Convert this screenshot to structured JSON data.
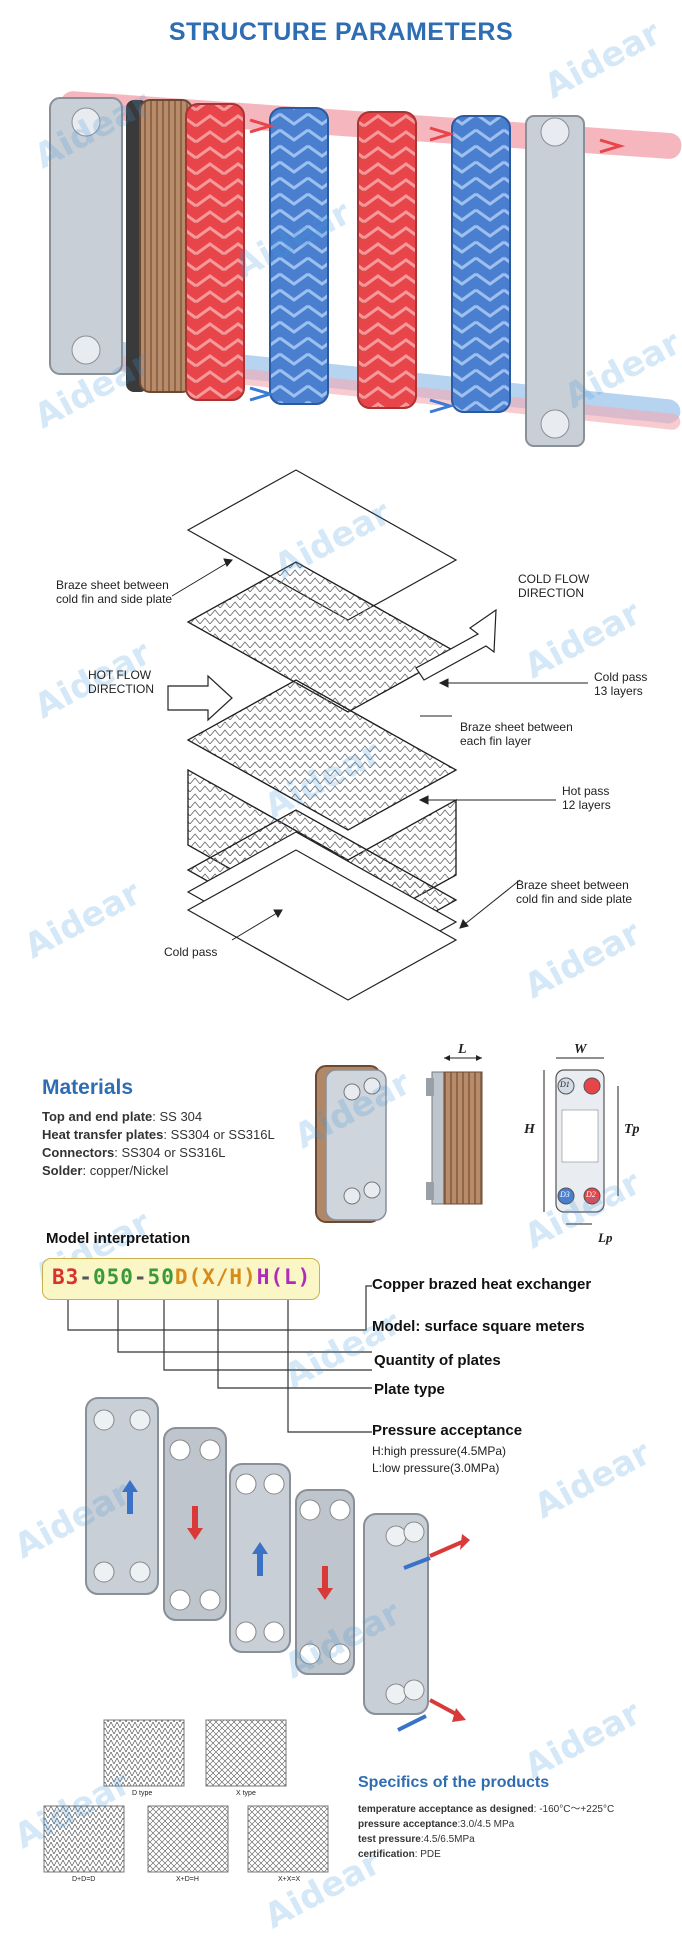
{
  "header": {
    "title": "STRUCTURE PARAMETERS"
  },
  "watermark": "Aidear",
  "diagram": {
    "braze_top": "Braze sheet between\ncold fin and side plate",
    "cold_flow": "COLD FLOW\nDIRECTION",
    "hot_flow": "HOT FLOW\nDIRECTION",
    "cold_pass": "Cold pass\n13 layers",
    "braze_each": "Braze sheet between\neach fin layer",
    "hot_pass": "Hot pass\n12 layers",
    "braze_bottom": "Braze sheet between\ncold fin and side plate",
    "cold_pass_bottom": "Cold pass"
  },
  "materials": {
    "heading": "Materials",
    "lines": [
      {
        "key": "Top and end plate",
        "value": ": SS 304"
      },
      {
        "key": "Heat transfer plates",
        "value": ": SS304 or SS316L"
      },
      {
        "key": "Connectors",
        "value": ": SS304 or SS316L"
      },
      {
        "key": "Solder",
        "value": ": copper/Nickel"
      }
    ],
    "dims": {
      "L": "L",
      "W": "W",
      "H": "H",
      "Tp": "Tp",
      "Lp": "Lp",
      "D1": "D1",
      "D2": "D2",
      "D3": "D3"
    }
  },
  "model": {
    "heading": "Model interpretation",
    "code": {
      "b3": "B3",
      "d1": "-",
      "n050": "050",
      "d2": "-",
      "n50": "50",
      "D": "D",
      "xh": "(X/H)",
      "H": "H",
      "L": "(L)"
    },
    "labels": {
      "copper": "Copper brazed heat exchanger",
      "surface": "Model: surface square meters",
      "plates": "Quantity of plates",
      "type": "Plate type",
      "pressure": "Pressure acceptance",
      "high": "H:high pressure(4.5MPa)",
      "low": "L:low pressure(3.0MPa)"
    }
  },
  "patterns": {
    "d": "D type",
    "x": "X type",
    "dd": "D+D=D",
    "xd": "X+D=H",
    "xx": "X+X=X"
  },
  "specifics": {
    "heading": "Specifics of the products",
    "lines": [
      {
        "key": "temperature acceptance as designed",
        "value": ": -160°C～+225°C"
      },
      {
        "key": "pressure acceptance",
        "value": ":3.0/4.5 MPa"
      },
      {
        "key": "test pressure",
        "value": ":4.5/6.5MPa"
      },
      {
        "key": "certification",
        "value": ": PDE"
      }
    ]
  },
  "colors": {
    "title": "#2f6db3",
    "hot": "#e8454a",
    "cold": "#4a7fd0",
    "box": "#fbf6c6"
  }
}
